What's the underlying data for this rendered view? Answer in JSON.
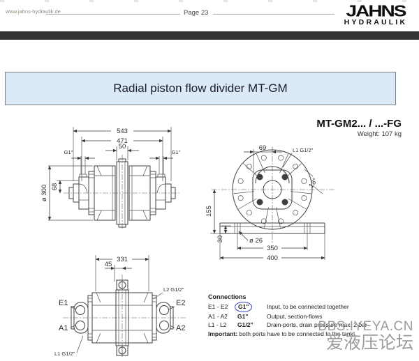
{
  "header": {
    "url": "www.jahns-hydraulik.de",
    "page_label": "Page 23",
    "logo_main": "JAHNS",
    "logo_sub": "HYDRAULIK"
  },
  "banner": {
    "title": "Radial piston flow divider MT-GM"
  },
  "product": {
    "model": "MT-GM2... / ...-FG",
    "weight": "Weight: 107 kg"
  },
  "side_view": {
    "dim_543": "543",
    "dim_471": "471",
    "dim_50": "50",
    "port_left": "G1\"",
    "port_right": "G1\"",
    "dim_dia300": "ø 300",
    "dim_68": "68"
  },
  "end_view": {
    "dim_69": "69",
    "label_l1": "L1 G1/2\"",
    "dim_18deg": "18°",
    "dim_155": "155",
    "dim_30": "30",
    "dim_dia26": "ø 26",
    "dim_350": "350",
    "dim_400": "400"
  },
  "top_view": {
    "dim_331": "331",
    "dim_45": "45",
    "label_l2": "L2 G1/2\"",
    "label_l1": "L1 G1/2\"",
    "label_e1": "E1",
    "label_e2": "E2",
    "label_a1": "A1",
    "label_a2": "A2"
  },
  "connections": {
    "heading": "Connections",
    "rows": [
      {
        "ports": "E1 - E2",
        "size": "G1\"",
        "desc": "Input, to be connected together"
      },
      {
        "ports": "A1 - A2",
        "size": "G1\"",
        "desc": "Output, section-flows"
      },
      {
        "ports": "L1 - L2",
        "size": "G1/2\"",
        "desc": "Drain-ports, drain pressure max. 2 bar"
      }
    ],
    "important_label": "Important:",
    "important_text": "both ports have to be connected to the tank!"
  },
  "watermark": {
    "line1": "BBS.IYEYA.CN",
    "line2": "爱液压论坛"
  },
  "colors": {
    "banner_bg": "#dce9f6",
    "banner_border": "#7d828a",
    "header_bar": "#333333",
    "circle_accent": "#3a46c4",
    "watermark_gray": "#9b9b9b",
    "drawing_line": "#3f3f3f"
  }
}
